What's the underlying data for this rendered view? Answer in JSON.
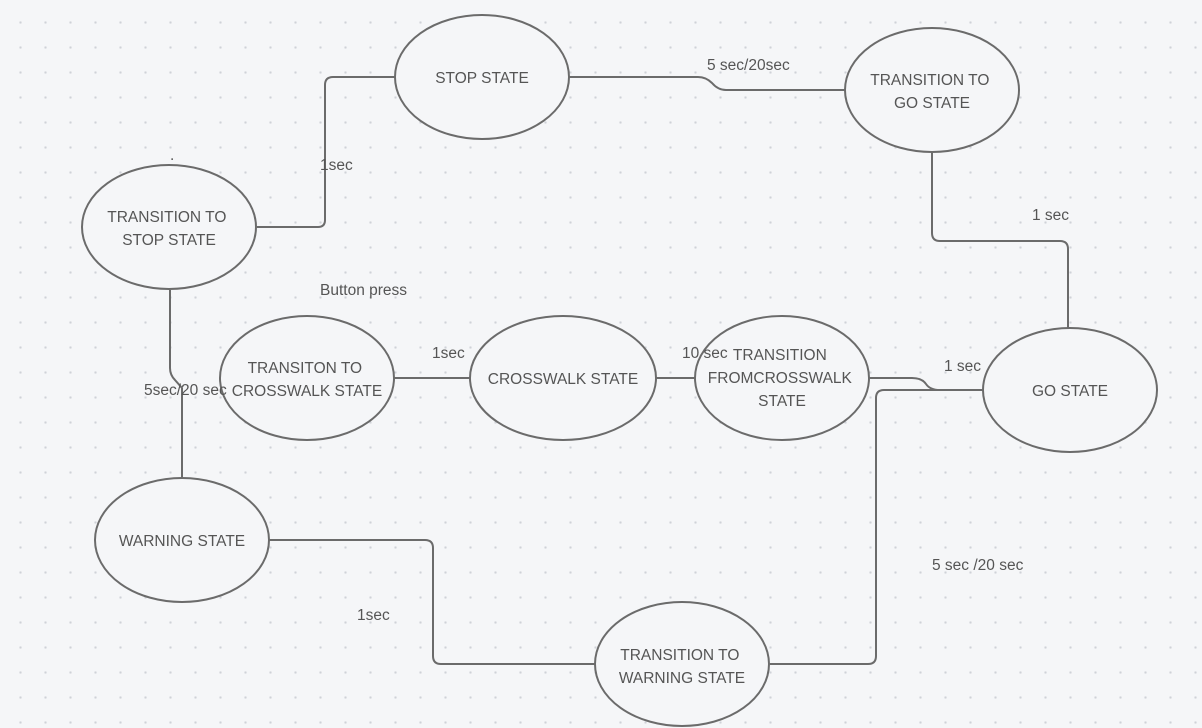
{
  "diagram": {
    "nodes": {
      "stop_state": [
        "STOP STATE"
      ],
      "transition_to_go": [
        "TRANSITION TO",
        "GO STATE"
      ],
      "transition_to_stop": [
        "TRANSITION TO",
        "STOP STATE"
      ],
      "transition_to_crosswalk": [
        "TRANSITON TO",
        "CROSSWALK STATE"
      ],
      "crosswalk_state": [
        "CROSSWALK STATE"
      ],
      "transition_from_crosswalk": [
        "TRANSITION",
        "FROMCROSSWALK",
        "STATE"
      ],
      "go_state": [
        "GO STATE"
      ],
      "warning_state": [
        "WARNING STATE"
      ],
      "transition_to_warning": [
        "TRANSITION TO",
        "WARNING STATE"
      ]
    },
    "edge_labels": {
      "stop_to_transition_go": "5 sec/20sec",
      "transition_stop_to_stop": "1sec",
      "transition_go_to_go": "1 sec",
      "button_press": "Button press",
      "transition_crosswalk_to_crosswalk": "1sec",
      "crosswalk_to_transition_from": "10 sec",
      "transition_from_to_go": "1 sec",
      "warning_to_transition_stop": "5sec/20 sec",
      "go_to_transition_warning": "5 sec /20 sec",
      "transition_warning_to_warning": "1sec"
    },
    "stray_mark": "."
  }
}
